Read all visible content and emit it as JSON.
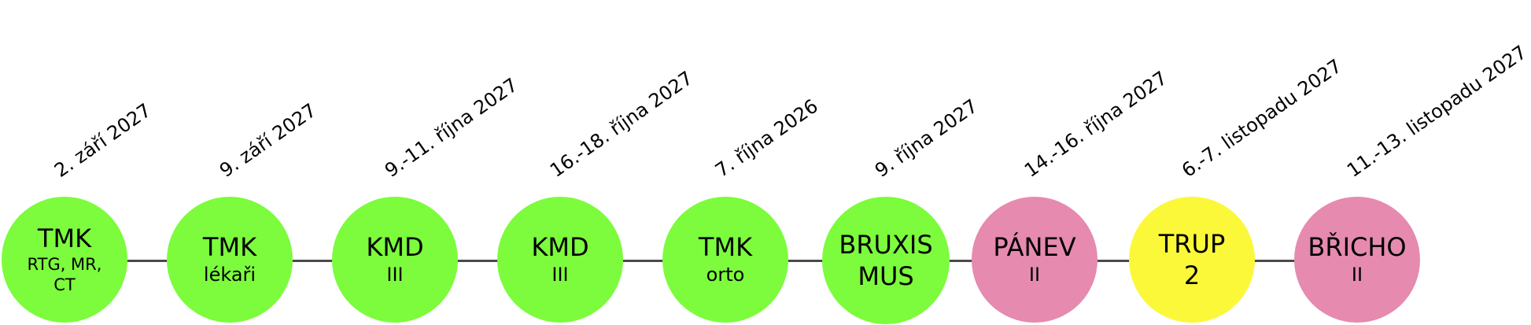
{
  "colors": {
    "green": "#7cfc3c",
    "pink": "#e68aaf",
    "yellow": "#fbf83a",
    "line": "#4a4a4a"
  },
  "nodes": [
    {
      "date": "2. září 2027",
      "title": "TMK",
      "subtitle": "RTG, MR,\nCT",
      "color": "green"
    },
    {
      "date": "9. září 2027",
      "title": "TMK",
      "subtitle": "lékaři",
      "color": "green"
    },
    {
      "date": "9.-11. října 2027",
      "title": "KMD",
      "subtitle": "III",
      "color": "green"
    },
    {
      "date": "16.-18. října 2027",
      "title": "KMD",
      "subtitle": "III",
      "color": "green"
    },
    {
      "date": "7. října 2026",
      "title": "TMK",
      "subtitle": "orto",
      "color": "green"
    },
    {
      "date": "9. října 2027",
      "title": "BRUXIS",
      "subtitle": "MUS",
      "color": "green"
    },
    {
      "date": "14.-16. října 2027",
      "title": "PÁNEV",
      "subtitle": "II",
      "color": "pink"
    },
    {
      "date": "6.-7. listopadu 2027",
      "title": "TRUP",
      "subtitle": "2",
      "color": "yellow"
    },
    {
      "date": "11.-13. listopadu 2027",
      "title": "BŘICHO",
      "subtitle": "II",
      "color": "pink"
    }
  ]
}
